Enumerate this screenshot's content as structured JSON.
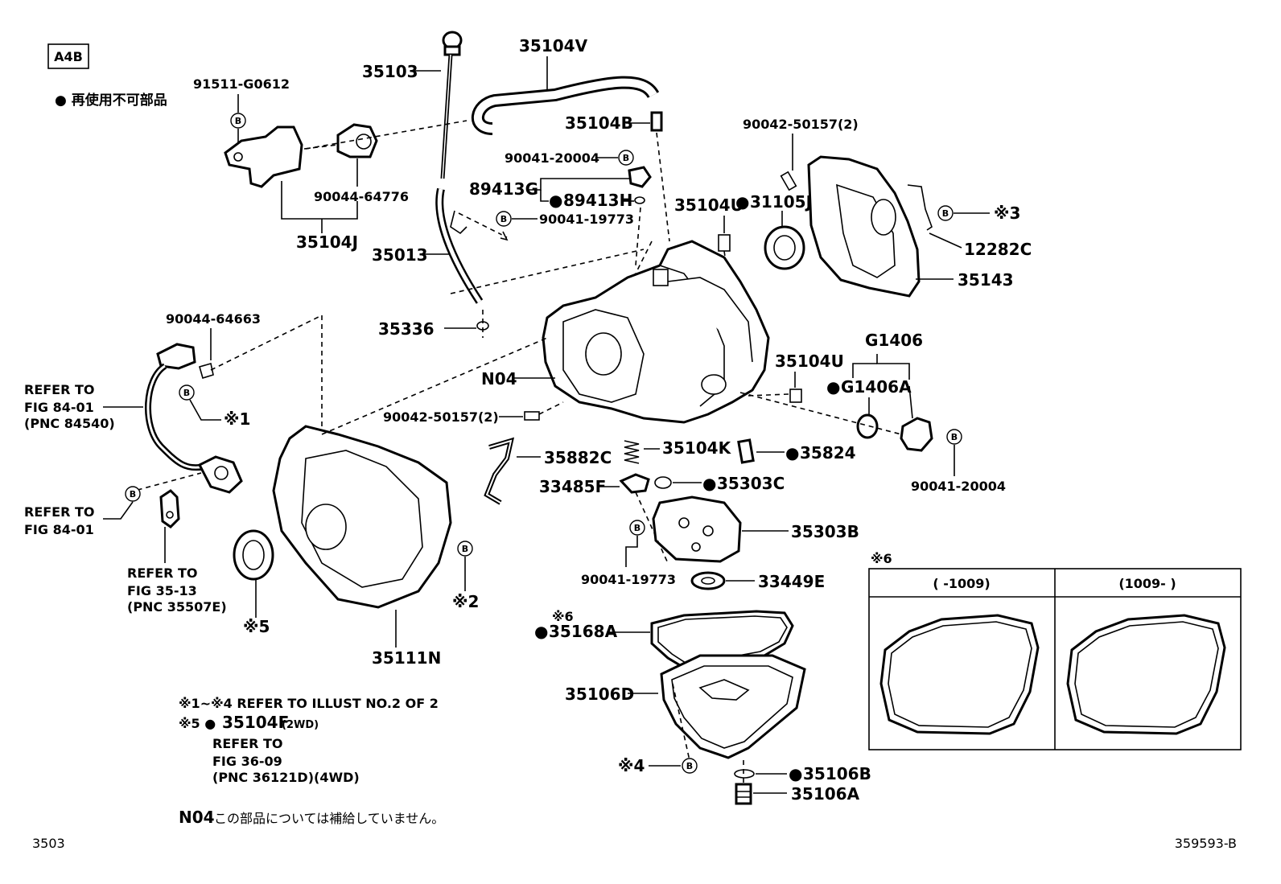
{
  "page": {
    "code_box": "A4B",
    "legend_text": "● 再使用不可部品",
    "page_code": "3503",
    "diagram_id": "359593-B"
  },
  "labels": {
    "p91511": "91511-G0612",
    "p35103": "35103",
    "p35104V": "35104V",
    "p35104B": "35104B",
    "p90044_64776": "90044-64776",
    "p35104J": "35104J",
    "p90041_20004_a": "90041-20004",
    "p89413G": "89413G",
    "p89413H": "89413H",
    "p90041_19773_a": "90041-19773",
    "p35013": "35013",
    "p35336": "35336",
    "p90042_50157_top": "90042-50157(2)",
    "p35104U_top": "35104U",
    "p31105J": "31105J",
    "mark3": "※3",
    "p12282C": "12282C",
    "p35143": "35143",
    "p90044_64663": "90044-64663",
    "refer1_l1": "REFER TO",
    "refer1_l2": "FIG 84-01",
    "refer1_l3": "(PNC 84540)",
    "mark1": "※1",
    "refer2_l1": "REFER TO",
    "refer2_l2": "FIG 84-01",
    "refer3_l1": "REFER TO",
    "refer3_l2": "FIG 35-13",
    "refer3_l3": "(PNC 35507E)",
    "mark5": "※5",
    "mark2": "※2",
    "p35111N": "35111N",
    "pN04": "N04",
    "p90042_50157_mid": "90042-50157(2)",
    "p35104U_mid": "35104U",
    "pG1406": "G1406",
    "pG1406A": "G1406A",
    "p90041_20004_b": "90041-20004",
    "p35882C": "35882C",
    "p35104K": "35104K",
    "p35824": "35824",
    "p33485F": "33485F",
    "p35303C": "35303C",
    "p35303B": "35303B",
    "p90041_19773_b": "90041-19773",
    "p33449E": "33449E",
    "mark6_a": "※6",
    "p35168A": "35168A",
    "p35106D": "35106D",
    "mark4": "※4",
    "p35106B": "35106B",
    "p35106A": "35106A",
    "mark6_box": "※6",
    "box_col1": "(     -1009)",
    "box_col2": "(1009-     )",
    "b": "B"
  },
  "notes": {
    "n1": "※1~※4 REFER TO ILLUST NO.2 OF 2",
    "n2_prefix": "※5 ●",
    "n2_part": "35104F",
    "n2_suffix": "(2WD)",
    "n3": "REFER TO",
    "n4": "FIG 36-09",
    "n5": "(PNC 36121D)(4WD)",
    "n6_code": "N04",
    "n6_text": "この部品については補給していません。"
  }
}
